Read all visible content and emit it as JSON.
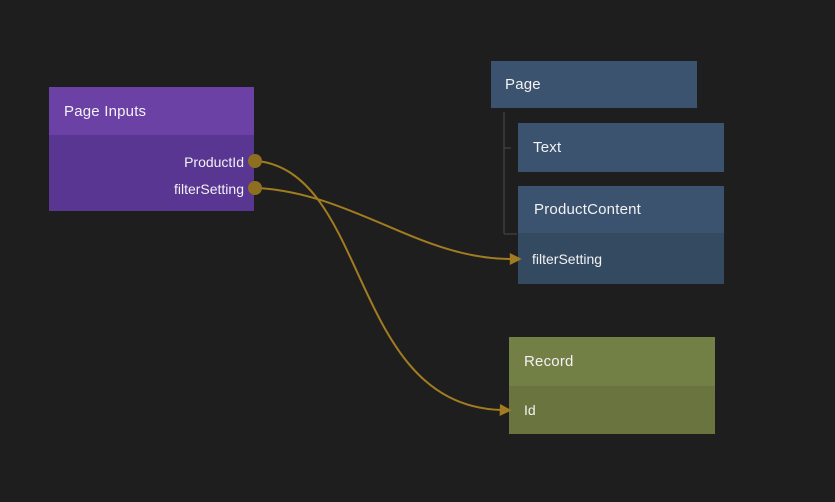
{
  "colors": {
    "background": "#1f1e1e",
    "node_purple_header": "#6b41a6",
    "node_purple_body": "#583692",
    "node_blue": "#3b536e",
    "node_blue_row": "#344a61",
    "node_olive_header": "#738045",
    "node_olive_body": "#6a743e",
    "connector_gold": "#a17c20",
    "port_gold": "#8d6f1f",
    "tree_line": "#4a4948",
    "text": "#f2f1f4"
  },
  "page_inputs_node": {
    "title": "Page Inputs",
    "outputs": [
      {
        "label": "ProductId"
      },
      {
        "label": "filterSetting"
      }
    ]
  },
  "page_tree": {
    "root": {
      "title": "Page"
    },
    "children": [
      {
        "title": "Text"
      },
      {
        "title": "ProductContent",
        "fields": [
          {
            "label": "filterSetting"
          }
        ]
      }
    ]
  },
  "record_node": {
    "title": "Record",
    "fields": [
      {
        "label": "Id"
      }
    ]
  },
  "connections": [
    {
      "from": "Page Inputs.ProductId",
      "to": "Record.Id"
    },
    {
      "from": "Page Inputs.filterSetting",
      "to": "ProductContent.filterSetting"
    }
  ]
}
